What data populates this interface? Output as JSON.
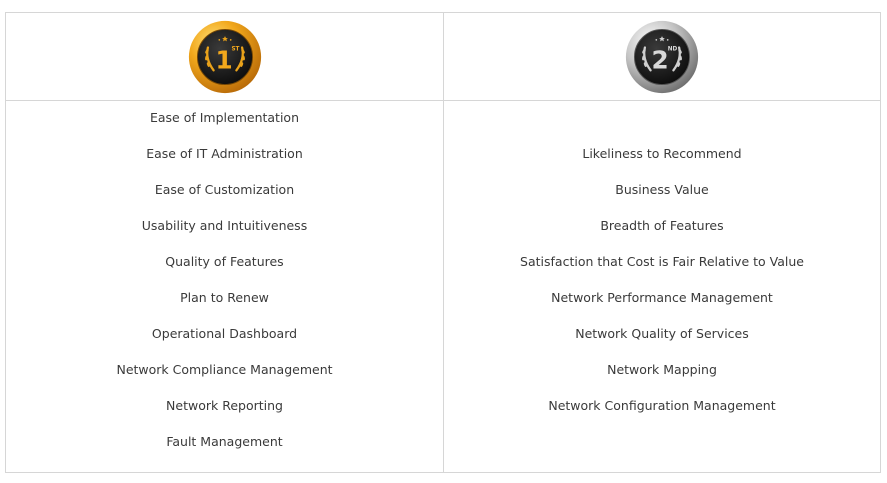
{
  "columns": [
    {
      "rank": "1",
      "rank_suffix": "ST",
      "medal_color": "#e8a317",
      "medal_icon": "gold-medal-icon",
      "features": [
        "Ease of Implementation",
        "Ease of IT Administration",
        "Ease of Customization",
        "Usability and Intuitiveness",
        "Quality of Features",
        "Plan to Renew",
        "Operational Dashboard",
        "Network Compliance Management",
        "Network Reporting",
        "Fault Management"
      ]
    },
    {
      "rank": "2",
      "rank_suffix": "ND",
      "medal_color": "#a8a8a8",
      "medal_icon": "silver-medal-icon",
      "features": [
        "Likeliness to Recommend",
        "Business Value",
        "Breadth of Features",
        "Satisfaction that Cost is Fair Relative to Value",
        "Network Performance Management",
        "Network Quality of Services",
        "Network Mapping",
        "Network Configuration Management"
      ]
    }
  ]
}
